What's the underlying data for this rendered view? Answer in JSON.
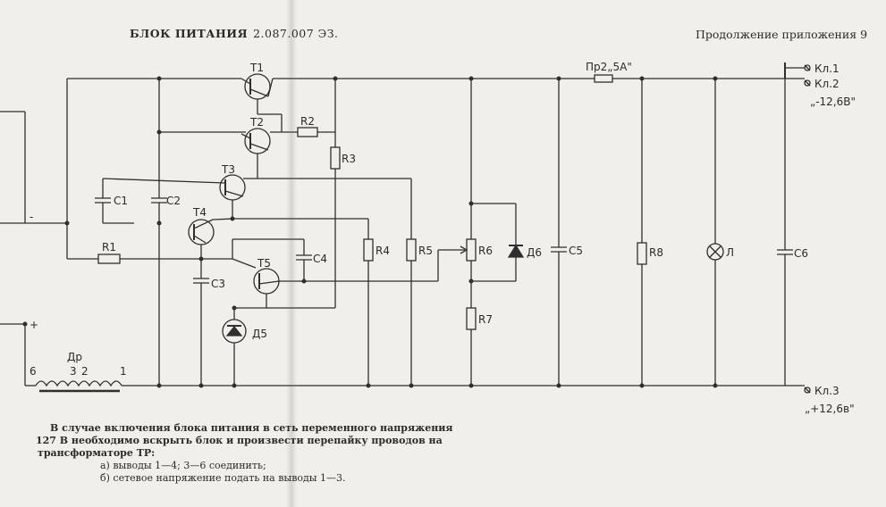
{
  "header": {
    "title": "БЛОК ПИТАНИЯ",
    "code": "2.087.007 ЭЗ.",
    "continuation": "Продолжение приложения 9"
  },
  "labels": {
    "T1": "T1",
    "T2": "T2",
    "T3": "T3",
    "T4": "T4",
    "T5": "T5",
    "R1": "R1",
    "R2": "R2",
    "R3": "R3",
    "R4": "R4",
    "R5": "R5",
    "R6": "R6",
    "R7": "R7",
    "R8": "R8",
    "C1": "C1",
    "C2": "C2",
    "C3": "C3",
    "C4": "C4",
    "C5": "C5",
    "C6": "C6",
    "D5": "Д5",
    "D6": "Д6",
    "L": "Л",
    "fuse": "Пр2„5А\"",
    "kl1": "Кл.1",
    "kl2": "Кл.2",
    "kl3": "Кл.3",
    "minus": "„-12,6В\"",
    "plus": "„+12,6в\"",
    "choke": "Др",
    "tap6": "6",
    "tap3": "3",
    "tap2": "2",
    "tap1": "1",
    "minus_sign": "-",
    "plus_sign": "+"
  },
  "note": {
    "line1": "В случае включения блока питания в сеть переменного напряжения",
    "line2": "127 В необходимо вскрыть блок и произвести перепайку проводов на",
    "line3_prefix": "трансформаторе ",
    "line3_bold": "ТР:",
    "line4": "а) выводы 1—4; 3—6 соединить;",
    "line5": "б) сетевое напряжение подать на выводы 1—3."
  }
}
